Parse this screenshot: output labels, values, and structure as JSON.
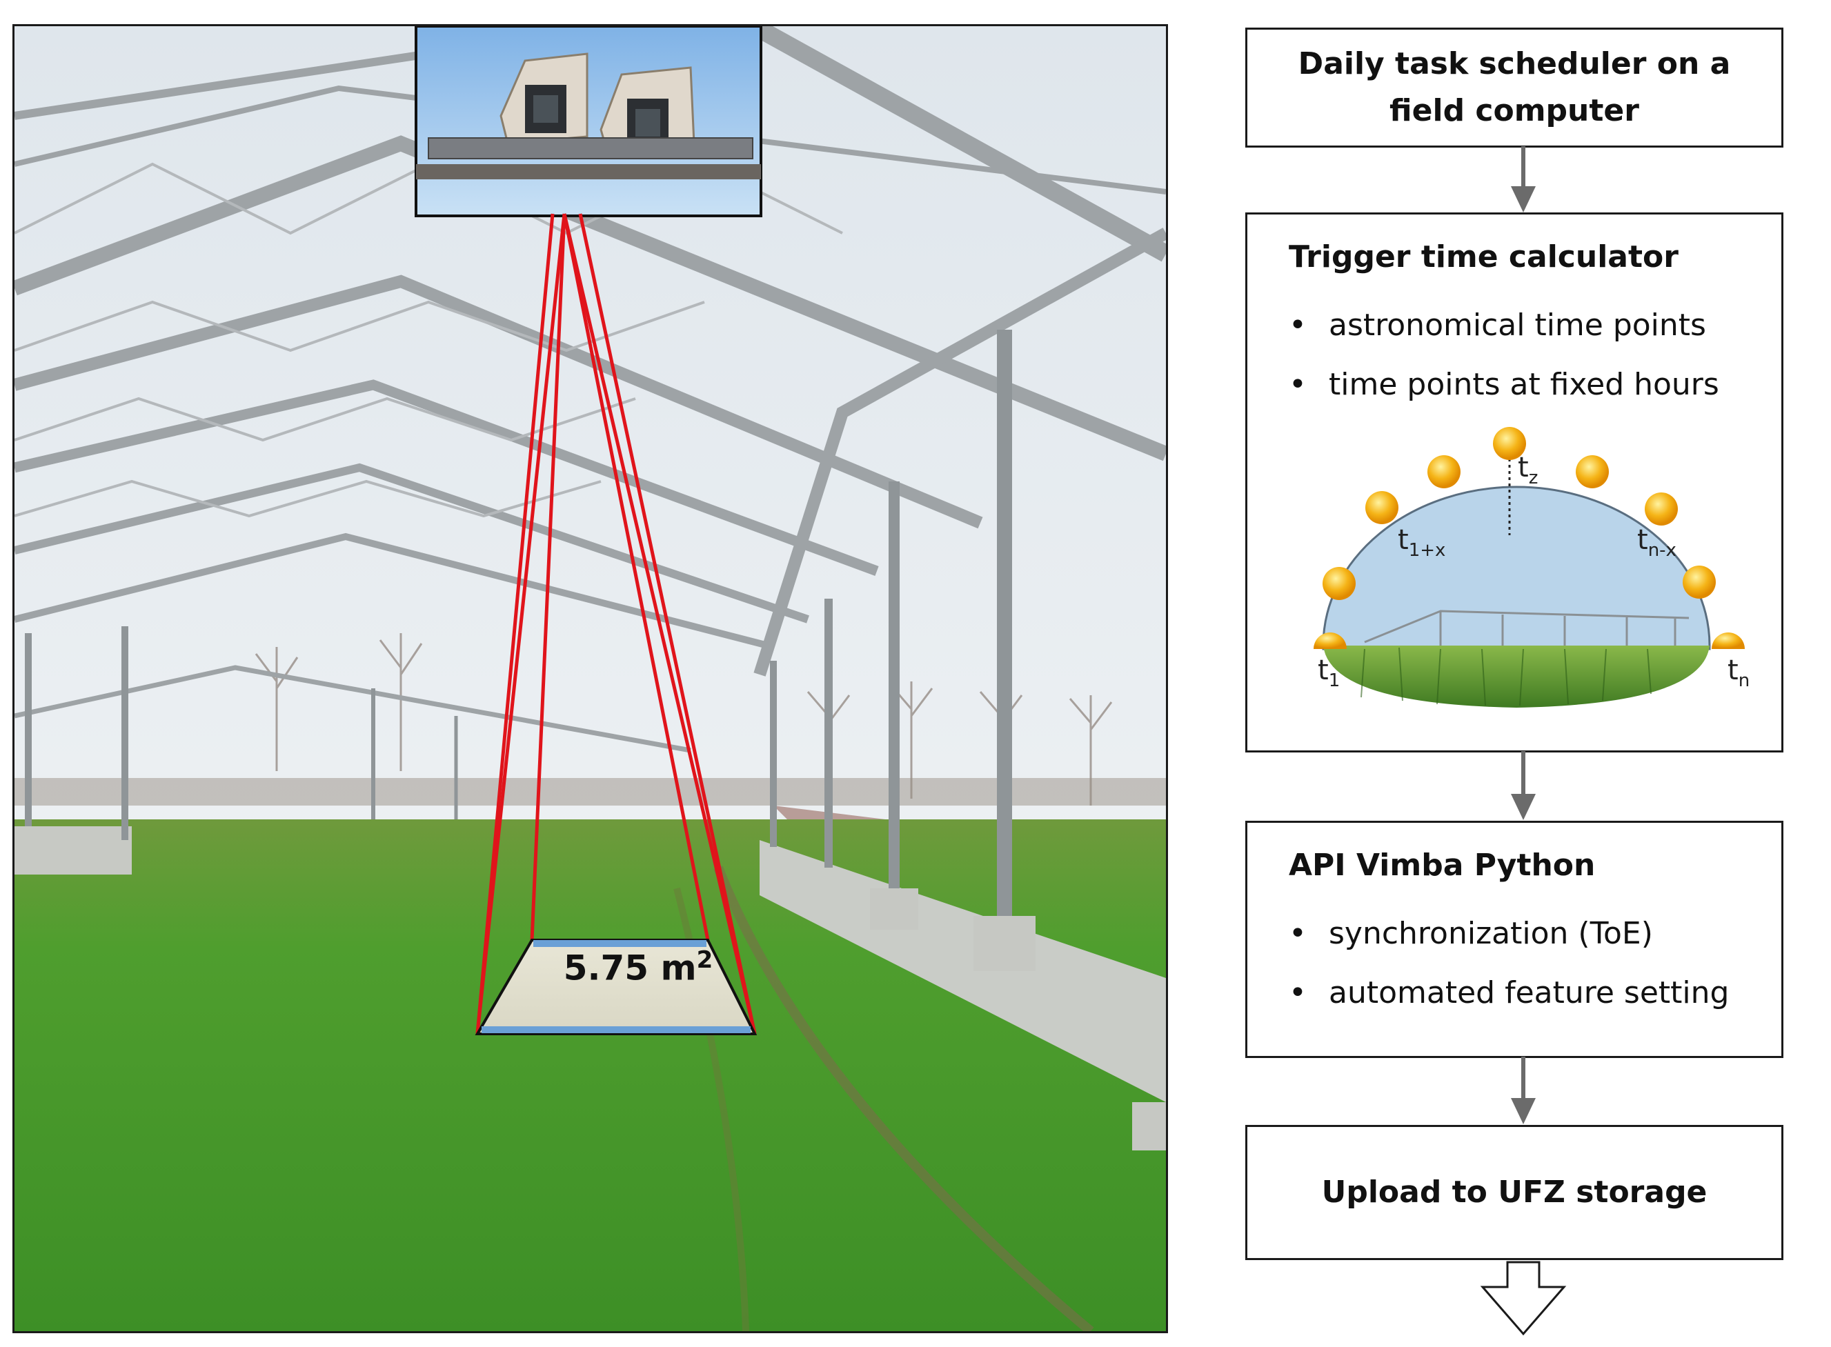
{
  "photo": {
    "area_label": "5.75 m",
    "area_sup": "2"
  },
  "flow": {
    "scheduler": {
      "title_line1": "Daily task scheduler on a",
      "title_line2": "field computer"
    },
    "trigger": {
      "title": "Trigger time calculator",
      "bullets": [
        "astronomical time points",
        "time points at fixed hours"
      ],
      "time_labels": {
        "t1": "t",
        "t1_sub": "1",
        "t1x": "t",
        "t1x_sub": "1+x",
        "tz": "t",
        "tz_sub": "z",
        "tnx": "t",
        "tnx_sub": "n-x",
        "tn": "t",
        "tn_sub": "n"
      }
    },
    "api": {
      "title": "API Vimba Python",
      "bullets": [
        "synchronization (ToE)",
        "automated feature setting"
      ]
    },
    "upload": {
      "title": "Upload to UFZ storage"
    }
  },
  "colors": {
    "frustum_lines": "#e0141b",
    "grass": "#4aa032",
    "arrow_gray": "#6b6b6b",
    "sky_dome": "#b9d4ea",
    "sun": "#f5b417",
    "plot_blue": "#6aa0d6"
  }
}
